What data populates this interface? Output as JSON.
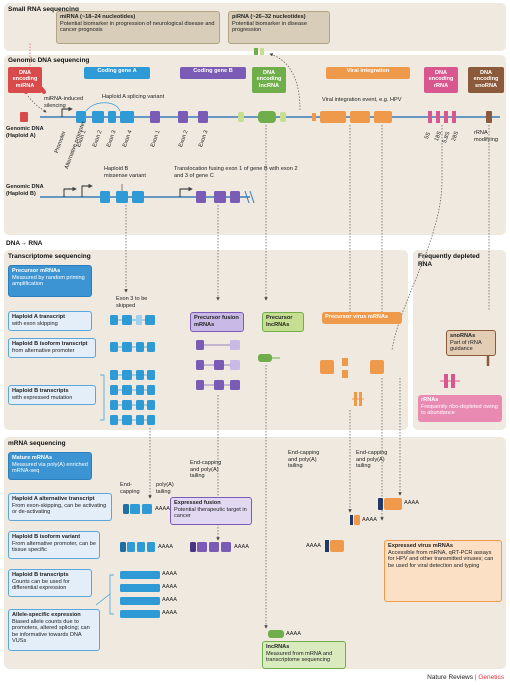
{
  "panels": {
    "small_rna": "Small RNA sequencing",
    "genomic": "Genomic DNA sequencing",
    "dna_rna": "DNA→ RNA",
    "transcriptome": "Transcriptome sequencing",
    "frequently_depleted": "Frequently depleted RNA",
    "mrna": "mRNA sequencing"
  },
  "mirna_box": {
    "title": "miRNA (~18–24 nucleotides)",
    "text": "Potential biomarker in progression of neurological disease and cancer prognosis"
  },
  "pirna_box": {
    "title": "piRNA (~26–32 nucleotides)",
    "text": "Potential biomarker in disease progression"
  },
  "genomic_headers": {
    "dna_mirna": "DNA encoding miRNA",
    "gene_a": "Coding gene A",
    "gene_b": "Coding gene B",
    "dna_lncrna": "DNA encoding lncRNA",
    "viral": "Viral integration",
    "dna_rrna": "DNA encoding rRNA",
    "dna_snorna": "DNA encoding snoRNA"
  },
  "genomic_labels": {
    "mirna_silencing": "miRNA-induced silencing",
    "haploid_a_variant": "Haploid A splicing variant",
    "viral_event": "Viral integration event, e.g. HPV",
    "rrna_modifying": "rRNA modifying",
    "haploid_a": "Genomic DNA (Haploid A)",
    "haploid_b": "Genomic DNA (Haploid B)",
    "promoter": "Promoter",
    "alt_promoter": "Alternative promoter",
    "exon1": "Exon 1",
    "exon2": "Exon 2",
    "exon3": "Exon 3",
    "exon4": "Exon 4",
    "b_exon1": "Exon 1",
    "b_exon2": "Exon 2",
    "b_exon3": "Exon 3",
    "r5s": "5S",
    "r18s": "18S",
    "r58s": "5.8S",
    "r28s": "28S",
    "missense": "Haploid B missense variant",
    "translocation": "Translocation fusing exon 1 of gene B with exon 2 and 3 of gene C"
  },
  "transcriptome": {
    "precursor_title": "Precursor mRNAs",
    "precursor_text": "Measured by random priming amplification",
    "haploid_a_title": "Haploid A transcript",
    "haploid_a_text": "with exon skipping",
    "haploid_b_iso_title": "Haploid B isoform transcript",
    "haploid_b_iso_text": "from alternative promoter",
    "haploid_b_tr_title": "Haploid B transcripts",
    "haploid_b_tr_text": "with expressed mutation",
    "exon3_skip": "Exon 3 to be skipped",
    "precursor_fusion": "Precursor fusion mRNAs",
    "precursor_lnc": "Precursor lncRNAs",
    "precursor_virus": "Precursor virus mRNAs"
  },
  "depleted": {
    "snorna_title": "snoRNAs",
    "snorna_text": "Part of rRNA guidance",
    "rrna_title": "rRNAs",
    "rrna_text": "Frequently ribo-depleted owing to abundance"
  },
  "mrna": {
    "mature_title": "Mature mRNAs",
    "mature_text": "Measured via poly(A) enriched mRNA-seq",
    "alt_title": "Haploid A alternative transcript",
    "alt_text": "From exon-skipping, can be activating or de-activating",
    "iso_title": "Haploid B isoform variant",
    "iso_text": "From alternative promoter, can be tissue specific",
    "tr_title": "Haploid B transcripts",
    "tr_text": "Counts can be used for differential expression",
    "allele_title": "Allele-specific expression",
    "allele_text": "Biased allele counts due to promoters, altered splicing; can be informative towards DNA VUSs",
    "end_capping": "End-capping",
    "polya_tailing": "poly(A) tailing",
    "fusion_cap": "End-capping and poly(A) tailing",
    "lnc_cap": "End-capping and poly(A) tailing",
    "virus_cap": "End-capping and poly(A) tailing",
    "expressed_fusion_title": "Expressed fusion",
    "expressed_fusion_text": "Potential therapeutic target in cancer",
    "lnc_title": "lncRNAs",
    "lnc_text": "Measured from mRNA and transcriptome sequencing",
    "virus_title": "Expressed virus mRNAs",
    "virus_text": "Accessible from mRNA, qRT-PCR assays for HPV and other transmitted viruses; can be used for viral detection and typing",
    "aaaa": "AAAA"
  },
  "footer": {
    "journal": "Nature Reviews",
    "sep": "|",
    "section": "Genetics"
  },
  "colors": {
    "panel_bg": "#efe9df",
    "red": "#d94a4a",
    "blue": "#2f9bd6",
    "purple": "#7a5bb5",
    "green": "#6fae4a",
    "orange": "#ef9a4b",
    "pink": "#d9578f",
    "brown": "#8a5a3a",
    "footer_accent": "#e3322f"
  }
}
